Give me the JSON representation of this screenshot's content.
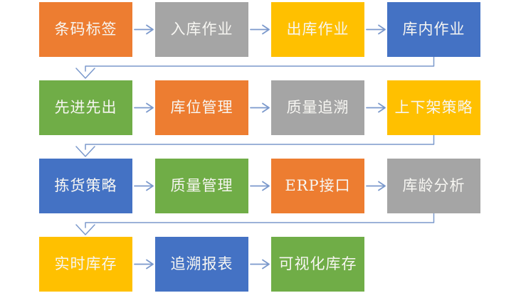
{
  "diagram": {
    "palette": {
      "orange": "#ED7D31",
      "gray": "#A5A5A5",
      "yellow": "#FFC000",
      "blue": "#4472C4",
      "green": "#70AD47",
      "arrow": "#7B99CC",
      "text": "#F7F6F2"
    },
    "rows": [
      {
        "boxes": [
          {
            "label": "条码标签",
            "color": "#ED7D31"
          },
          {
            "label": "入库作业",
            "color": "#A5A5A5"
          },
          {
            "label": "出库作业",
            "color": "#FFC000"
          },
          {
            "label": "库内作业",
            "color": "#4472C4"
          }
        ]
      },
      {
        "boxes": [
          {
            "label": "先进先出",
            "color": "#70AD47"
          },
          {
            "label": "库位管理",
            "color": "#ED7D31"
          },
          {
            "label": "质量追溯",
            "color": "#A5A5A5"
          },
          {
            "label": "上下架策略",
            "color": "#FFC000"
          }
        ]
      },
      {
        "boxes": [
          {
            "label": "拣货策略",
            "color": "#4472C4"
          },
          {
            "label": "质量管理",
            "color": "#70AD47"
          },
          {
            "label": "ERP接口",
            "color": "#ED7D31"
          },
          {
            "label": "库龄分析",
            "color": "#A5A5A5"
          }
        ]
      },
      {
        "boxes": [
          {
            "label": "实时库存",
            "color": "#FFC000"
          },
          {
            "label": "追溯报表",
            "color": "#4472C4"
          },
          {
            "label": "可视化库存",
            "color": "#70AD47"
          }
        ]
      }
    ]
  }
}
